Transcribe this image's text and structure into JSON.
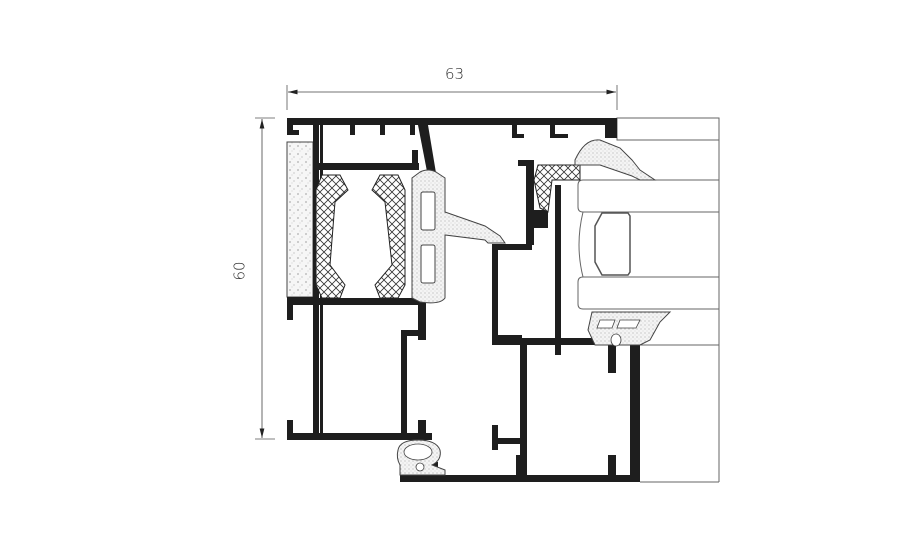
{
  "drawing": {
    "type": "window-profile-cross-section",
    "dimensions": {
      "width": {
        "value": "63",
        "orientation": "horizontal"
      },
      "height": {
        "value": "60",
        "orientation": "vertical"
      }
    },
    "colors": {
      "profile": "#1e1e1e",
      "line": "#3a3a3a",
      "background": "#ffffff",
      "insulation_fill": "#f2f2f2",
      "gasket_fill": "#e8e8e8",
      "glass_line": "#777777"
    },
    "components": [
      {
        "name": "outer-frame-profile"
      },
      {
        "name": "thermal-break-insulation-strips"
      },
      {
        "name": "foam-insulation-panel"
      },
      {
        "name": "center-gasket"
      },
      {
        "name": "sash-profile"
      },
      {
        "name": "glazing-gasket-top"
      },
      {
        "name": "glazing-gasket-bottom"
      },
      {
        "name": "double-glazing-unit"
      },
      {
        "name": "glass-spacer"
      },
      {
        "name": "bottom-weather-seal"
      }
    ]
  }
}
